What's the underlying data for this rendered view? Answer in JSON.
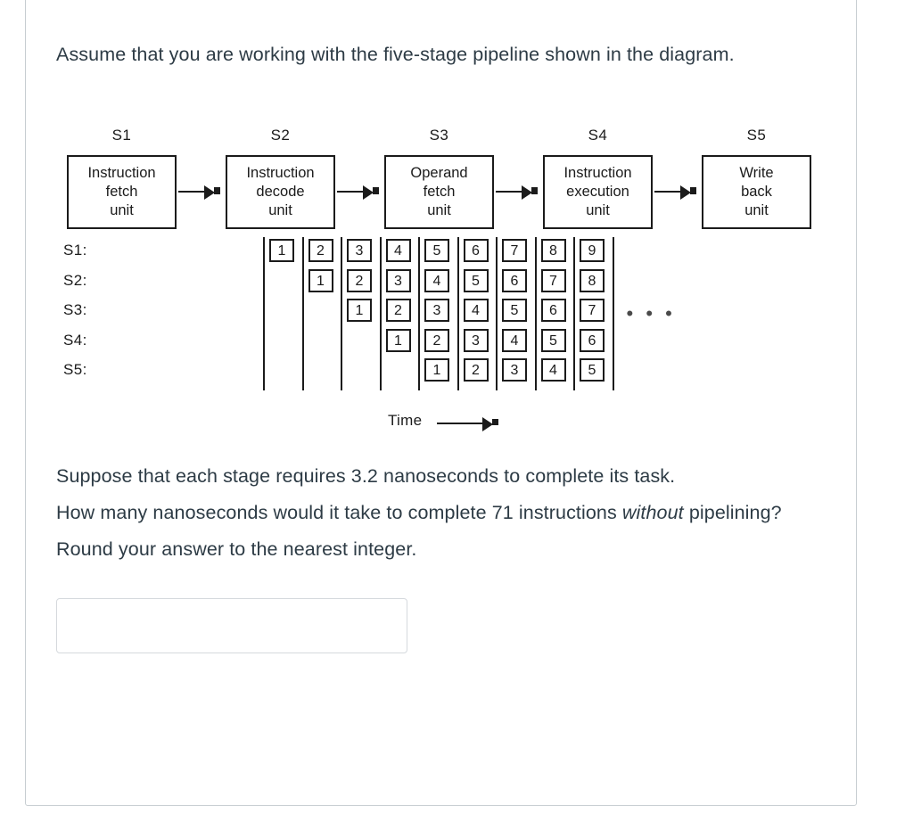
{
  "question": {
    "intro": "Assume that you are working with the five-stage pipeline shown in the diagram.",
    "line_stage_time": "Suppose that each stage requires 3.2 nanoseconds to complete its task.",
    "line_ask_prefix": "How many nanoseconds would it take to complete 71 instructions ",
    "line_ask_emphasis": "without",
    "line_ask_suffix": " pipelining? Round your answer to the nearest integer.",
    "stage_time_ns": 3.2,
    "instruction_count": 71,
    "stage_count": 5
  },
  "answer": {
    "value": "",
    "placeholder": ""
  },
  "figure": {
    "time_axis_label": "Time",
    "ellipsis": "• • •",
    "stages": [
      {
        "caption": "S1",
        "line1": "Instruction",
        "line2": "fetch",
        "line3": "unit"
      },
      {
        "caption": "S2",
        "line1": "Instruction",
        "line2": "decode",
        "line3": "unit"
      },
      {
        "caption": "S3",
        "line1": "Operand",
        "line2": "fetch",
        "line3": "unit"
      },
      {
        "caption": "S4",
        "line1": "Instruction",
        "line2": "execution",
        "line3": "unit"
      },
      {
        "caption": "S5",
        "line1": "Write",
        "line2": "back",
        "line3": "unit"
      }
    ],
    "timing": {
      "row_labels": [
        "S1:",
        "S2:",
        "S3:",
        "S4:",
        "S5:"
      ],
      "column_count": 9,
      "rows": [
        {
          "label": "S1:",
          "cells": [
            "1",
            "2",
            "3",
            "4",
            "5",
            "6",
            "7",
            "8",
            "9"
          ]
        },
        {
          "label": "S2:",
          "cells": [
            "",
            "1",
            "2",
            "3",
            "4",
            "5",
            "6",
            "7",
            "8"
          ]
        },
        {
          "label": "S3:",
          "cells": [
            "",
            "",
            "1",
            "2",
            "3",
            "4",
            "5",
            "6",
            "7"
          ]
        },
        {
          "label": "S4:",
          "cells": [
            "",
            "",
            "",
            "1",
            "2",
            "3",
            "4",
            "5",
            "6"
          ]
        },
        {
          "label": "S5:",
          "cells": [
            "",
            "",
            "",
            "",
            "1",
            "2",
            "3",
            "4",
            "5"
          ]
        }
      ]
    }
  },
  "colors": {
    "text": "#2d3b45",
    "diagram_ink": "#1b1b1b",
    "card_border": "#c7cdd1",
    "input_border": "#d5d9dd",
    "background": "#ffffff"
  }
}
